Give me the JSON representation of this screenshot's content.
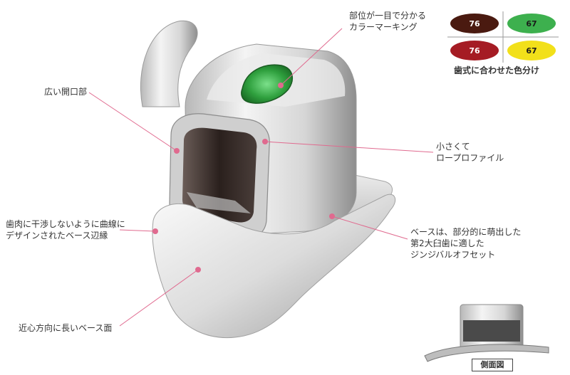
{
  "labels": {
    "marking": [
      "部位が一目で分かる",
      "カラーマーキング"
    ],
    "wide_opening": "広い開口部",
    "low_profile": [
      "小さくて",
      "ロープロファイル"
    ],
    "gum_contour": [
      "歯肉に干渉しないように曲線に",
      "デザインされたベース辺縁"
    ],
    "offset": [
      "ベースは、部分的に萌出した",
      "第2大臼歯に適した",
      "ジンジバルオフセット"
    ],
    "long_base": "近心方向に長いベース面"
  },
  "legend": {
    "title": "歯式に合わせた色分け",
    "swatches": [
      {
        "text": "76",
        "color": "#4a1a10",
        "text_color": "#ffffff"
      },
      {
        "text": "67",
        "color": "#3db04e",
        "text_color": "#1a1a1a"
      },
      {
        "text": "76",
        "color": "#a51c24",
        "text_color": "#ffffff"
      },
      {
        "text": "67",
        "color": "#f2e01a",
        "text_color": "#1a1a1a"
      }
    ]
  },
  "side_view": {
    "title": "側面図"
  },
  "colors": {
    "leader": "#e06a8f",
    "metal_light": "#f2f2f2",
    "metal_dark": "#8a8a8a",
    "marker": "#2fa03e"
  }
}
